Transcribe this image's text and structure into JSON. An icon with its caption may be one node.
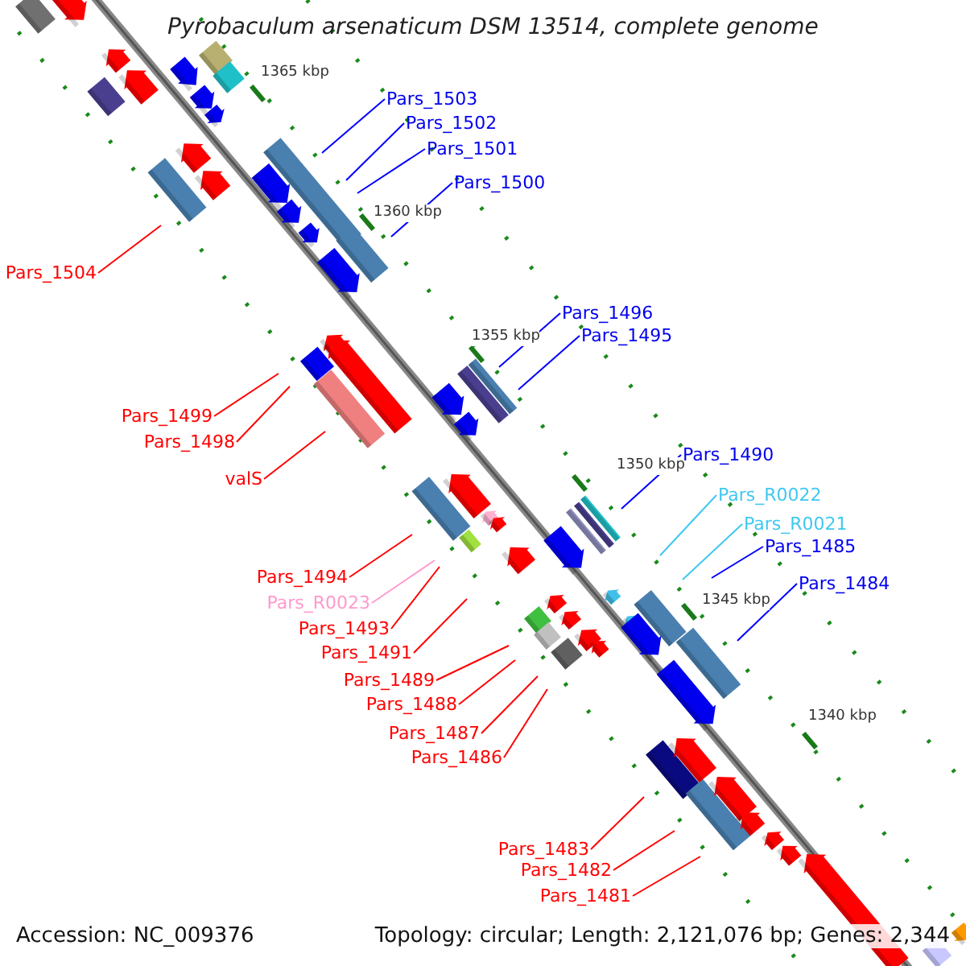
{
  "diagram": {
    "title": "Pyrobaculum arsenaticum DSM 13514, complete genome",
    "nodes": [
      {
        "text": [
          "Pars_1503"
        ]
      },
      {
        "text": [
          "Pars_1502"
        ]
      },
      {
        "text": [
          "Pars_1501"
        ]
      },
      {
        "text": [
          "Pars_1500"
        ]
      },
      {
        "text": [
          "Pars_1504"
        ]
      },
      {
        "text": [
          "Pars_1496"
        ]
      },
      {
        "text": [
          "Pars_1495"
        ]
      },
      {
        "text": [
          "Pars_1499"
        ]
      },
      {
        "text": [
          "Pars_1498"
        ]
      },
      {
        "text": [
          "valS"
        ]
      },
      {
        "text": [
          "Pars_1490"
        ]
      },
      {
        "text": [
          "Pars_R0022"
        ]
      },
      {
        "text": [
          "Pars_R0021"
        ]
      },
      {
        "text": [
          "Pars_1485"
        ]
      },
      {
        "text": [
          "Pars_1484"
        ]
      },
      {
        "text": [
          "Pars_1494"
        ]
      },
      {
        "text": [
          "Pars_R0023"
        ]
      },
      {
        "text": [
          "Pars_1493"
        ]
      },
      {
        "text": [
          "Pars_1491"
        ]
      },
      {
        "text": [
          "Pars_1489"
        ]
      },
      {
        "text": [
          "Pars_1488"
        ]
      },
      {
        "text": [
          "Pars_1487"
        ]
      },
      {
        "text": [
          "Pars_1486"
        ]
      },
      {
        "text": [
          "Pars_1483"
        ]
      },
      {
        "text": [
          "Pars_1482"
        ]
      },
      {
        "text": [
          "Pars_1481"
        ]
      }
    ],
    "edges": [
      {
        "from": 0,
        "to": null,
        "arrow": "none",
        "color": "#0000ff"
      },
      {
        "from": 1,
        "to": null,
        "arrow": "none",
        "color": "#0000ff"
      },
      {
        "from": 2,
        "to": null,
        "arrow": "none",
        "color": "#0000ff"
      },
      {
        "from": 3,
        "to": null,
        "arrow": "none",
        "color": "#0000ff"
      },
      {
        "from": 4,
        "to": null,
        "arrow": "none"
      },
      {
        "from": 5,
        "to": null,
        "arrow": "none",
        "color": "#0000ff"
      },
      {
        "from": 6,
        "to": null,
        "arrow": "none",
        "color": "#0000ff"
      },
      {
        "from": 7,
        "to": null,
        "arrow": "none"
      },
      {
        "from": 8,
        "to": null,
        "arrow": "none"
      },
      {
        "from": 9,
        "to": null,
        "arrow": "none"
      },
      {
        "from": 10,
        "to": null,
        "arrow": "none",
        "color": "#0000ff"
      },
      {
        "from": 11,
        "to": null,
        "arrow": "none",
        "color": "#40c8f0"
      },
      {
        "from": 12,
        "to": null,
        "arrow": "none",
        "color": "#40c8f0"
      },
      {
        "from": 13,
        "to": null,
        "arrow": "none",
        "color": "#0000ff"
      },
      {
        "from": 14,
        "to": null,
        "arrow": "none",
        "color": "#0000ff"
      },
      {
        "from": 15,
        "to": null,
        "arrow": "none"
      },
      {
        "from": 16,
        "to": null,
        "arrow": "none",
        "color": "#ff99cc"
      },
      {
        "from": 17,
        "to": null,
        "arrow": "none"
      },
      {
        "from": 18,
        "to": null,
        "arrow": "none"
      },
      {
        "from": 19,
        "to": null,
        "arrow": "none"
      },
      {
        "from": 20,
        "to": null,
        "arrow": "none"
      },
      {
        "from": 21,
        "to": null,
        "arrow": "none"
      },
      {
        "from": 22,
        "to": null,
        "arrow": "none"
      },
      {
        "from": 23,
        "to": null,
        "arrow": "none"
      },
      {
        "from": 24,
        "to": null,
        "arrow": "none"
      },
      {
        "from": 25,
        "to": null,
        "arrow": "none"
      }
    ],
    "labels": [
      "1365 kbp",
      "1360 kbp",
      "1355 kbp",
      "1350 kbp",
      "1345 kbp",
      "1340 kbp",
      "Accession: NC_009376",
      "Topology: circular; Length: 2,121,076 bp; Genes: 2,344"
    ]
  }
}
